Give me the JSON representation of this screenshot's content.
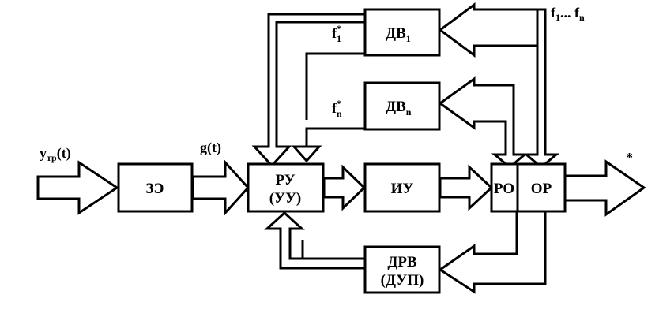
{
  "blocks": {
    "ze": "ЗЭ",
    "ru_line1": "РУ",
    "ru_line2": "(УУ)",
    "iu": "ИУ",
    "ro": "РО",
    "or": "ОР",
    "dv1_main": "ДВ",
    "dv1_sub": "1",
    "dvn_main": "ДВ",
    "dvn_sub": "n",
    "drv_line1": "ДРВ",
    "drv_line2": "(ДУП)"
  },
  "signals": {
    "input_main": "y",
    "input_sub": "тр",
    "input_arg": "(t)",
    "g": "g(t)",
    "f1_main": "f",
    "f1_sup": "*",
    "f1_sub": "1",
    "fn_main": "f",
    "fn_sup": "*",
    "fn_sub": "n",
    "dist_f1": "f",
    "dist_sub1": "1",
    "dist_dots": "... f",
    "dist_subn": "n",
    "output_mark": "*"
  }
}
